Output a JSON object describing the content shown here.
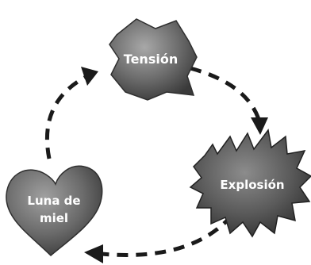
{
  "diagram": {
    "nodes": {
      "tension": {
        "label": "Tensión",
        "shape": "star-badge"
      },
      "explosion": {
        "label": "Explosión",
        "shape": "spiky-burst"
      },
      "honeymoon": {
        "label_line1": "Luna de",
        "label_line2": "miel",
        "shape": "heart"
      }
    },
    "edges": [
      {
        "from": "Tensión",
        "to": "Explosión",
        "style": "dashed-arrow"
      },
      {
        "from": "Explosión",
        "to": "Luna de miel",
        "style": "dashed-arrow"
      },
      {
        "from": "Luna de miel",
        "to": "Tensión",
        "style": "dashed-arrow"
      }
    ],
    "colors": {
      "shape_fill": "#6b6b6b",
      "shape_highlight": "#9a9a9a",
      "shape_shadow": "#2f2f2f",
      "arrow": "#1a1a1a",
      "label": "#ffffff"
    }
  }
}
